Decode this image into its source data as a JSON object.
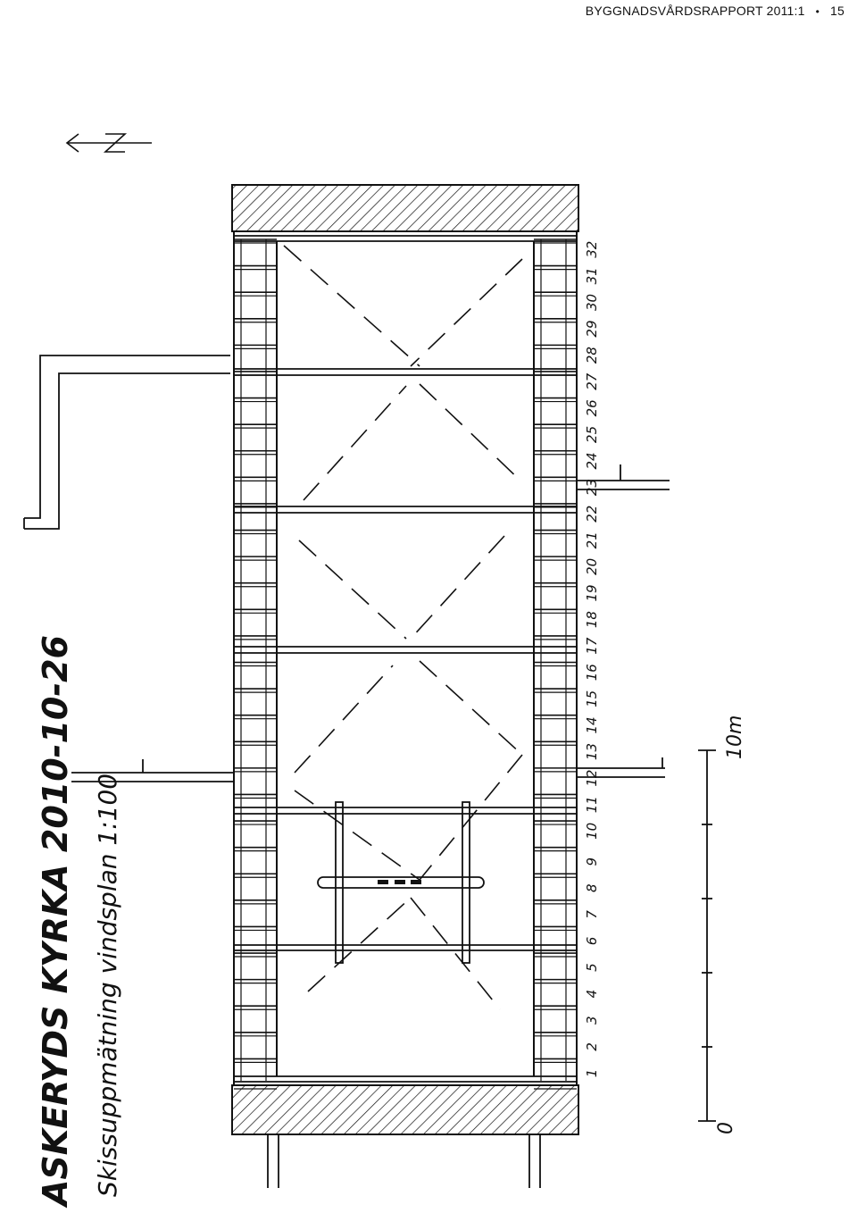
{
  "header": {
    "report_title": "BYGGNADSVÅRDSRAPPORT 2011:1",
    "bullet": "•",
    "page_number": "15"
  },
  "drawing": {
    "title_line1": "ASKERYDS KYRKA 2010-10-26",
    "title_line2": "Skissuppmätning vindsplan 1:100",
    "north_label": "N",
    "scale_start": "0",
    "scale_end": "10m",
    "bay_numbers": [
      "1",
      "2",
      "3",
      "4",
      "5",
      "6",
      "7",
      "8",
      "9",
      "10",
      "11",
      "12",
      "13",
      "14",
      "15",
      "16",
      "17",
      "18",
      "19",
      "20",
      "21",
      "22",
      "23",
      "24",
      "25",
      "26",
      "27",
      "28",
      "29",
      "30",
      "31",
      "32"
    ]
  }
}
